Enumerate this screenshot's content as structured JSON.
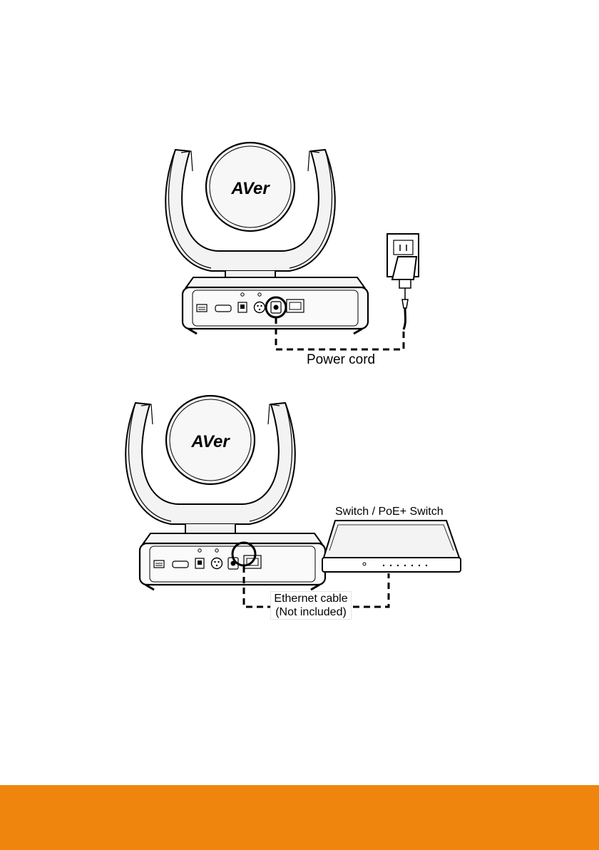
{
  "brand": {
    "logo_text": "AVer",
    "accent_color": "#f0850e"
  },
  "section1": {
    "title": "",
    "cable_label": "Power cord"
  },
  "section2": {
    "title": "",
    "device_label": "Switch / PoE+ Switch",
    "cable_label_line1": "Ethernet cable",
    "cable_label_line2": "(Not included)"
  },
  "footer": {
    "color": "#f0850e"
  }
}
